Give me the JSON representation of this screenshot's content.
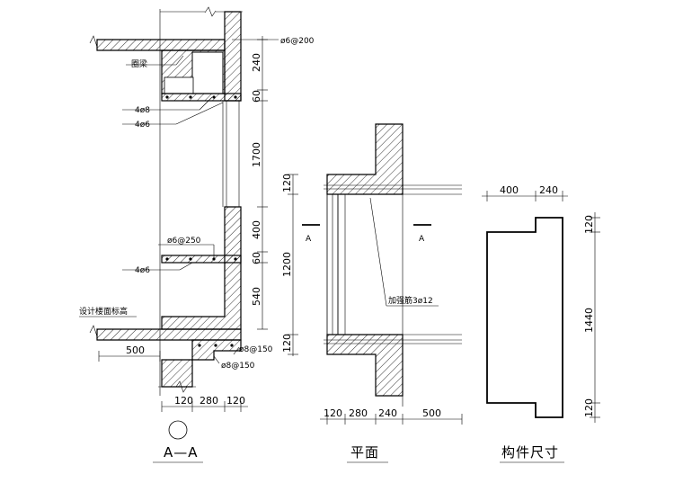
{
  "section_aa": {
    "title": "A—A",
    "labels": {
      "ring_beam": "圈梁",
      "rebar_top": "ø6@200",
      "rebar_4d8": "4ø8",
      "rebar_4d6_upper": "4ø6",
      "rebar_mid": "ø6@250",
      "rebar_4d6_lower": "4ø6",
      "floor_level": "设计楼面标高",
      "rebar_lower_1": "ø8@150",
      "rebar_lower_2": "ø8@150"
    },
    "dims": {
      "v240": "240",
      "v60_top": "60",
      "v1700": "1700",
      "v400": "400",
      "v60_mid": "60",
      "v540": "540",
      "h500": "500",
      "h120_a": "120",
      "h280": "280",
      "h120_b": "120"
    }
  },
  "plan": {
    "title": "平面",
    "labels": {
      "rebar_add": "加强筋3ø12",
      "section_mark_left": "A",
      "section_mark_right": "A"
    },
    "dims": {
      "v120_top": "120",
      "v1200": "1200",
      "v120_bot": "120",
      "h120": "120",
      "h280": "280",
      "h240": "240",
      "h500": "500"
    }
  },
  "component": {
    "title": "构件尺寸",
    "dims": {
      "h400": "400",
      "h240": "240",
      "v120_top": "120",
      "v1440": "1440",
      "v120_bot": "120"
    }
  }
}
